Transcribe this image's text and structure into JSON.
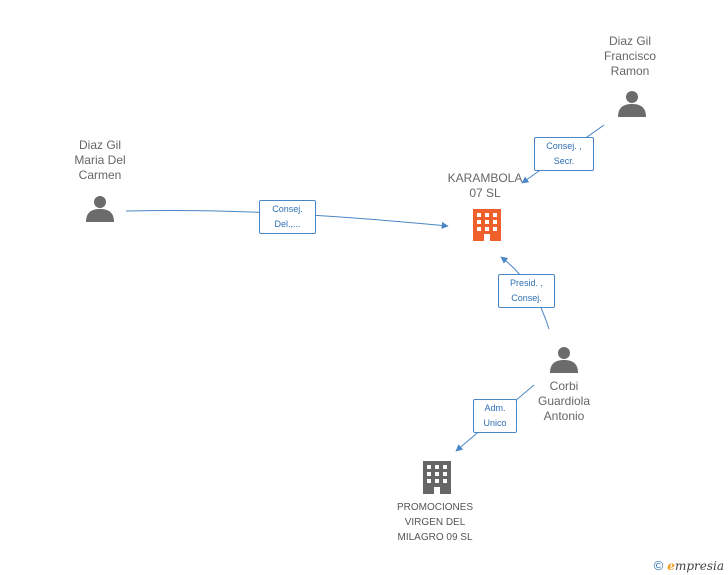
{
  "nodes": {
    "diaz_gil_francisco": {
      "label": "Diaz Gil\nFrancisco\nRamon",
      "type": "person"
    },
    "diaz_gil_maria": {
      "label": "Diaz Gil\nMaria Del\nCarmen",
      "type": "person"
    },
    "karambola": {
      "label": "KARAMBOLA\n07 SL",
      "type": "company-main"
    },
    "corbi": {
      "label": "Corbi\nGuardiola\nAntonio",
      "type": "person"
    },
    "promociones": {
      "label": "PROMOCIONES\nVIRGEN DEL\nMILAGRO 09 SL",
      "type": "company"
    }
  },
  "edges": {
    "francisco_karambola": "Consej. ,\nSecr.",
    "maria_karambola": "Consej.\nDel.,...",
    "corbi_karambola": "Presid. ,\nConsej.",
    "corbi_promociones": "Adm.\nUnico"
  },
  "colors": {
    "edge": "#4a86c5",
    "person_icon": "#6b6b6b",
    "main_company": "#f0602a",
    "company": "#666666"
  },
  "watermark": {
    "copyright": "©",
    "brand_initial": "e",
    "brand_rest": "mpresia"
  }
}
